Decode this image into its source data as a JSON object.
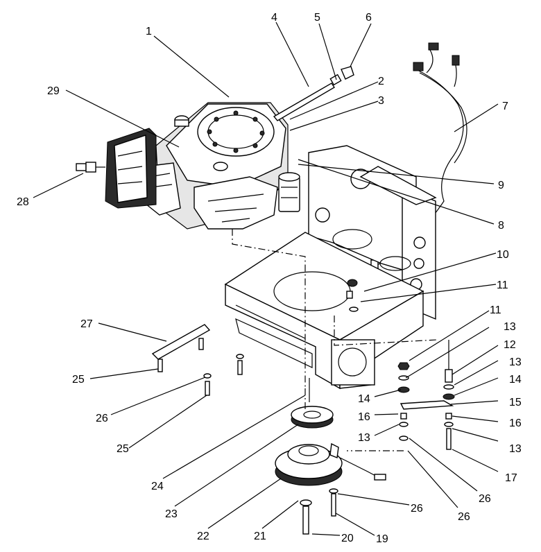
{
  "callouts": {
    "c1": "1",
    "c2": "2",
    "c3": "3",
    "c4": "4",
    "c5": "5",
    "c6": "6",
    "c7": "7",
    "c8": "8",
    "c9": "9",
    "c10": "10",
    "c11a": "11",
    "c11b": "11",
    "c12": "12",
    "c13a": "13",
    "c13b": "13",
    "c13c": "13",
    "c13d": "13",
    "c14a": "14",
    "c14b": "14",
    "c15": "15",
    "c16a": "16",
    "c16b": "16",
    "c17": "17",
    "c19": "19",
    "c20": "20",
    "c21": "21",
    "c22": "22",
    "c23": "23",
    "c24": "24",
    "c25a": "25",
    "c25b": "25",
    "c26a": "26",
    "c26b": "26",
    "c26c": "26",
    "c26d": "26",
    "c27": "27",
    "c28": "28",
    "c29": "29"
  }
}
